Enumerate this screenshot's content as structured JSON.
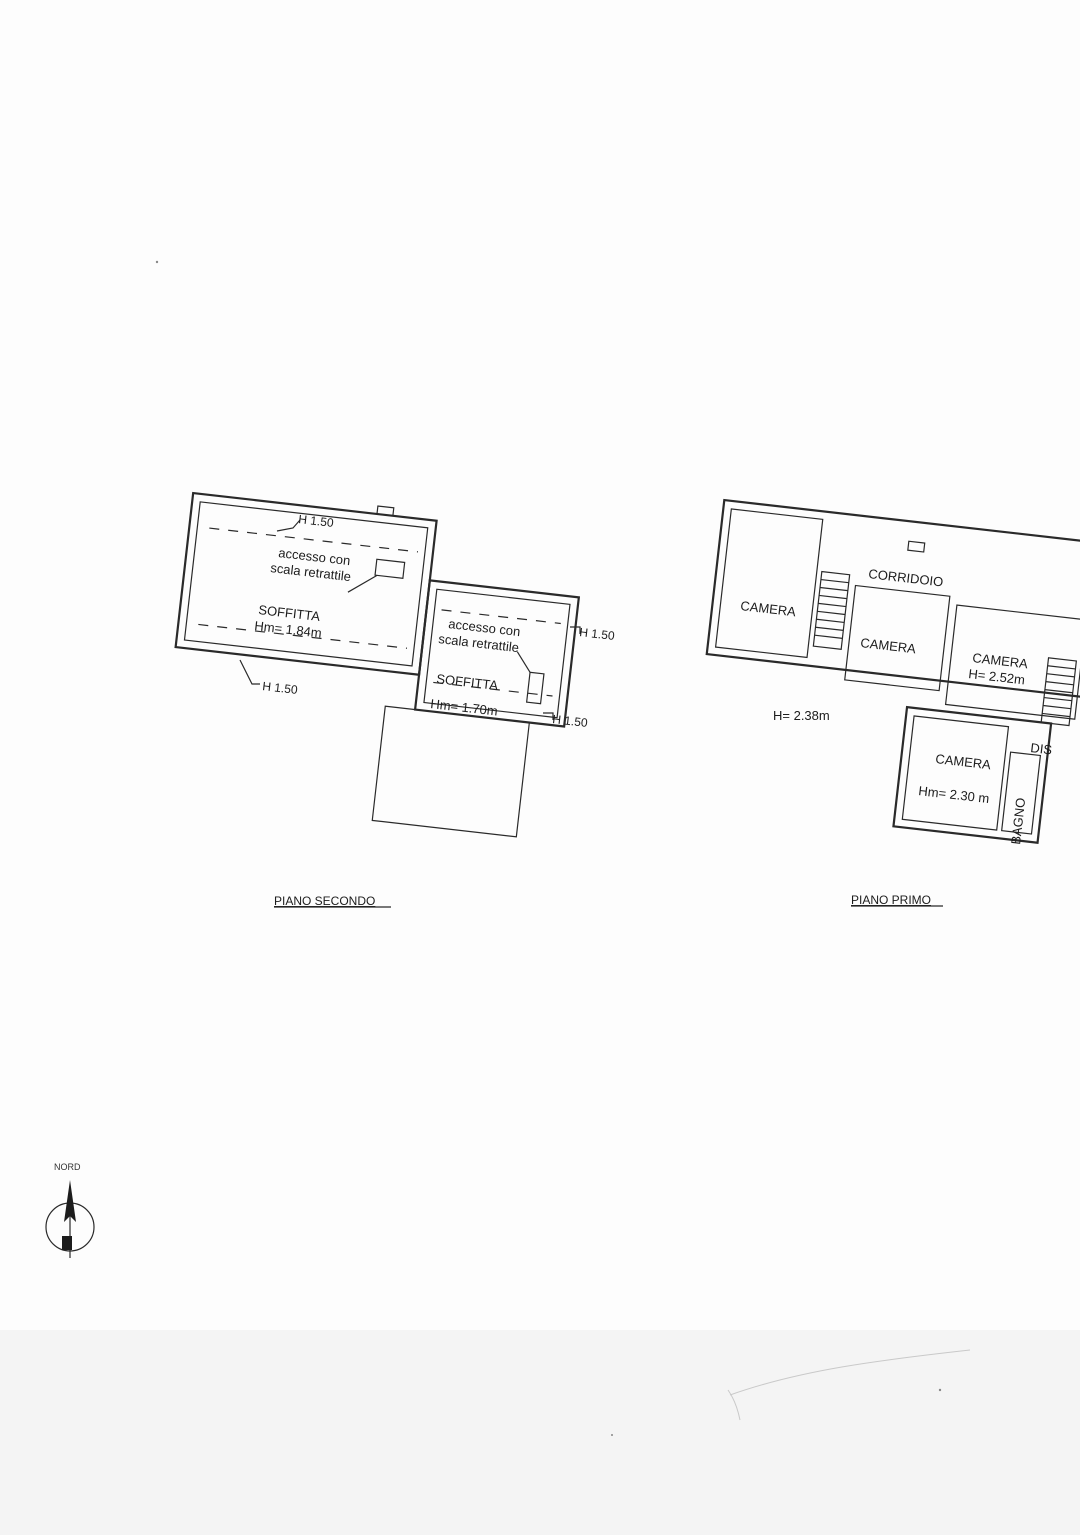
{
  "drawing": {
    "second_floor": {
      "title": "PIANO SECONDO",
      "heights": [
        "H 1.50",
        "H 1.50",
        "H 1.50",
        "H 1.50"
      ],
      "rooms": [
        {
          "access_line1": "accesso con",
          "access_line2": "scala retrattile",
          "name": "SOFFITTA",
          "height": "Hm= 1.84m"
        },
        {
          "access_line1": "accesso con",
          "access_line2": "scala retrattile",
          "name": "SOFFITTA",
          "height": "Hm= 1.70m"
        }
      ]
    },
    "first_floor": {
      "title": "PIANO PRIMO",
      "corridor": "CORRIDOIO",
      "general_height": "H= 2.38m",
      "rooms": [
        {
          "name": "CAMERA"
        },
        {
          "name": "CAMERA"
        },
        {
          "name": "CAMERA",
          "height": "H= 2.52m"
        },
        {
          "name": "CAMERA",
          "height": "Hm= 2.30 m"
        }
      ],
      "bathroom": "BAGNO",
      "dis": "DIS"
    },
    "compass": {
      "label": "NORD"
    }
  }
}
